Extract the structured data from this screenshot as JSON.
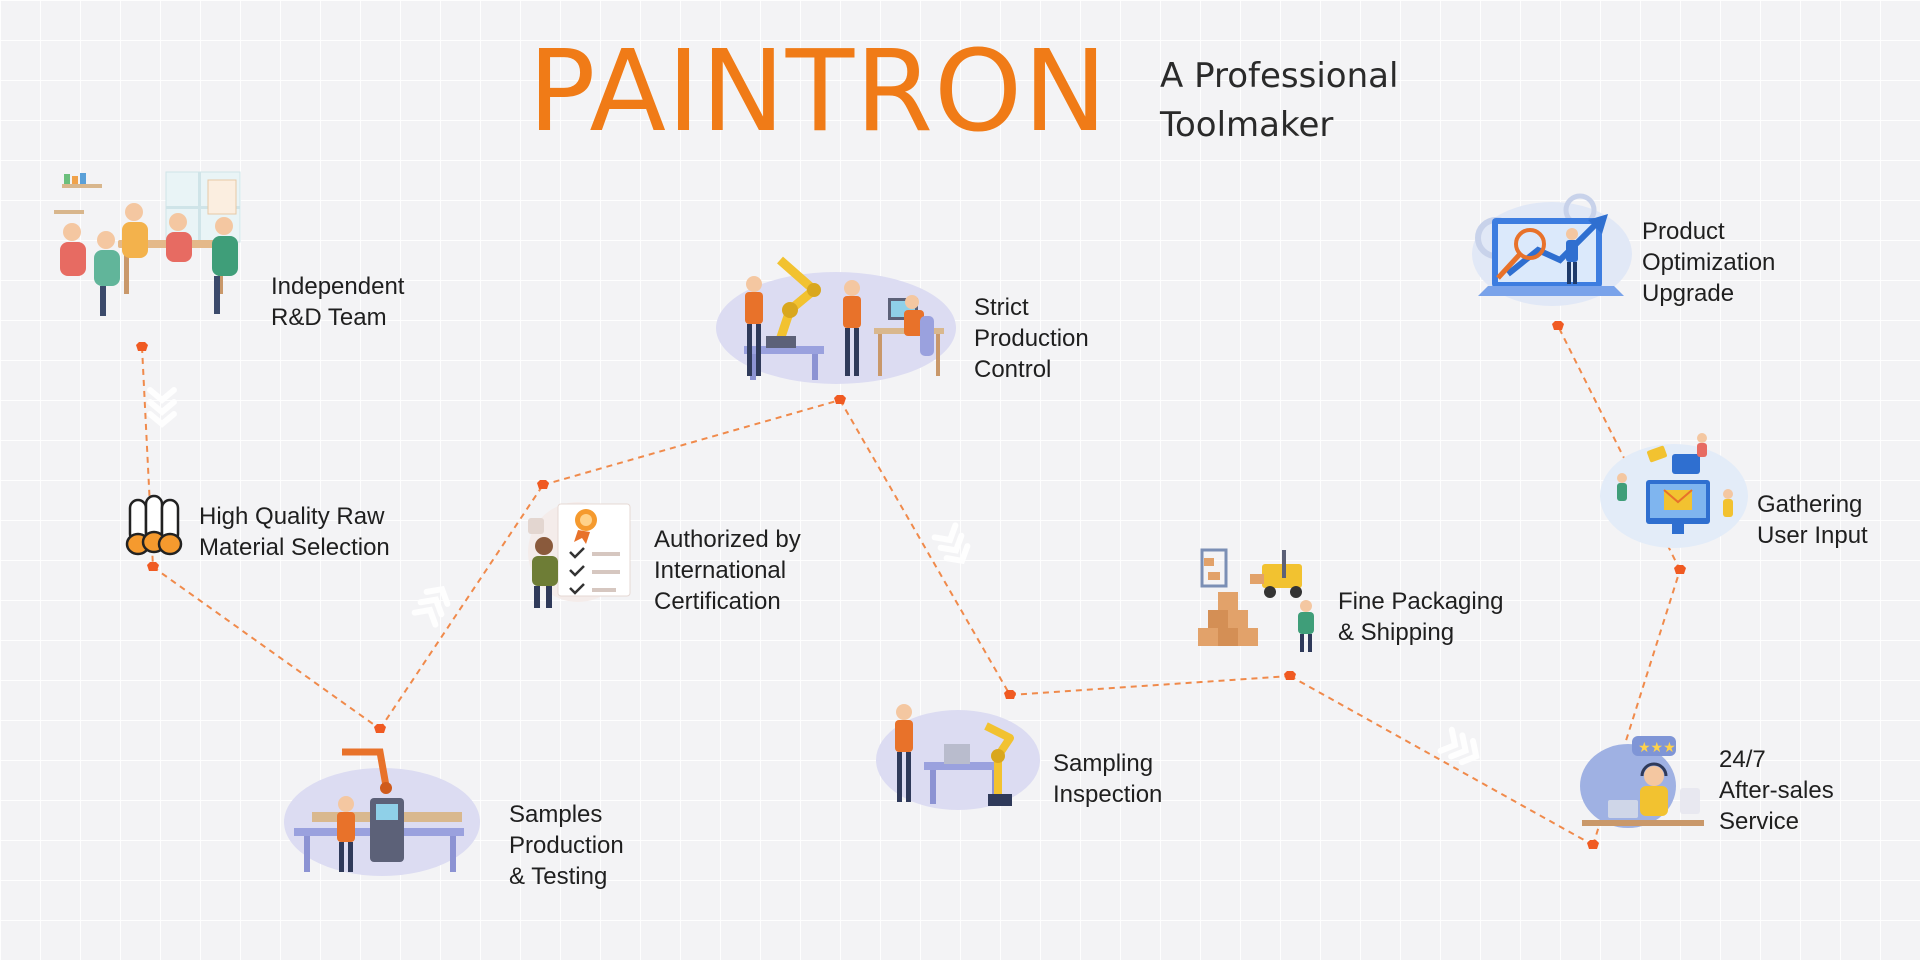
{
  "header": {
    "brand": "PAINTRON",
    "tagline_lines": [
      "A Professional",
      "Toolmaker"
    ]
  },
  "colors": {
    "brand_orange": "#f07b17",
    "path_orange": "#f08a4b",
    "marker_red": "#f05a22",
    "background": "#f3f3f5",
    "illustration_lavender": "#dcdcf2"
  },
  "steps": [
    {
      "label_lines": [
        "Independent",
        "R&D Team"
      ],
      "icon": "rd-team-icon"
    },
    {
      "label_lines": [
        "High Quality Raw",
        "Material Selection"
      ],
      "icon": "raw-material-icon"
    },
    {
      "label_lines": [
        "Samples",
        "Production",
        "& Testing"
      ],
      "icon": "samples-production-icon"
    },
    {
      "label_lines": [
        "Authorized by",
        "International",
        "Certification"
      ],
      "icon": "certification-icon"
    },
    {
      "label_lines": [
        "Strict",
        "Production",
        "Control"
      ],
      "icon": "production-control-icon"
    },
    {
      "label_lines": [
        "Sampling",
        "Inspection"
      ],
      "icon": "sampling-inspection-icon"
    },
    {
      "label_lines": [
        "Fine Packaging",
        "& Shipping"
      ],
      "icon": "packaging-shipping-icon"
    },
    {
      "label_lines": [
        "24/7",
        "After-sales",
        "Service"
      ],
      "icon": "after-sales-icon"
    },
    {
      "label_lines": [
        "Gathering",
        "User Input"
      ],
      "icon": "user-input-icon"
    },
    {
      "label_lines": [
        "Product",
        "Optimization",
        "Upgrade"
      ],
      "icon": "product-optimization-icon"
    }
  ]
}
